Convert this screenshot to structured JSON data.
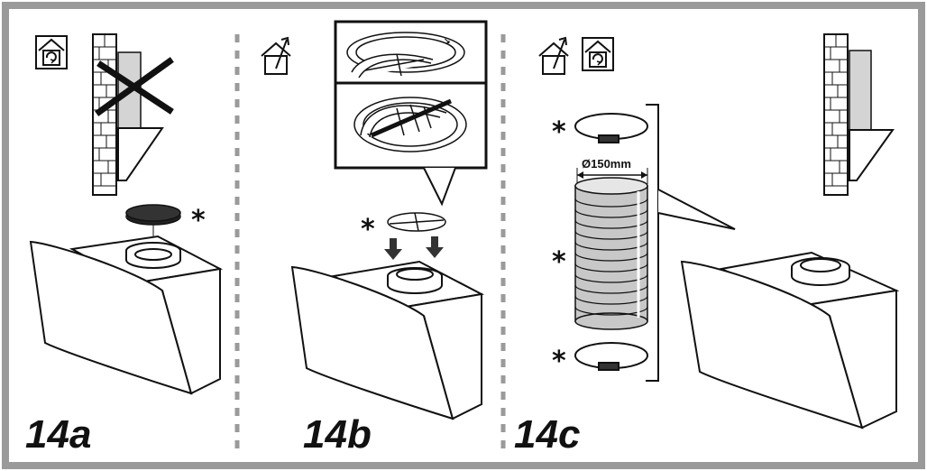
{
  "panels": [
    {
      "label": "14a"
    },
    {
      "label": "14b"
    },
    {
      "label": "14c"
    }
  ],
  "markers": {
    "asterisk": "*"
  },
  "duct": {
    "diameter_label": "Ø150mm"
  },
  "icons": {
    "recirculation": "recirculation-house-icon",
    "extraction": "extraction-house-icon"
  },
  "colors": {
    "border": "#9a9a9a",
    "wall_grey": "#d4d4d4",
    "duct_grey": "#c8c8c8",
    "line": "#111111"
  }
}
